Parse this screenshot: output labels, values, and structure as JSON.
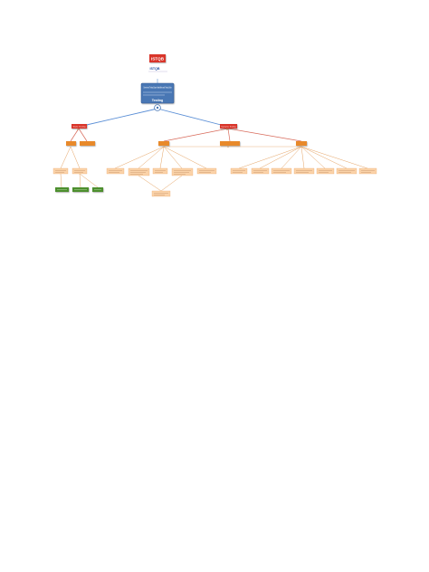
{
  "logo": {
    "main_text": "ISTQB",
    "sub_text": "ISTQB"
  },
  "root": {
    "description": "Overview of Testing Types Variabilities and Testing Tools",
    "title": "Testing"
  },
  "branches": {
    "left": "Static Testing",
    "right": "Dynamic Testing"
  },
  "colors": {
    "blue_box": "#4a77b4",
    "blue_line": "#5b8fd6",
    "red_box": "#d9342b",
    "orange_box": "#e8892b",
    "orange_line": "#e5a262",
    "peach_box": "#fbd3a9",
    "peach_border": "#e8a062",
    "green_box": "#4e8f2e",
    "red_line": "#d86a5a"
  }
}
